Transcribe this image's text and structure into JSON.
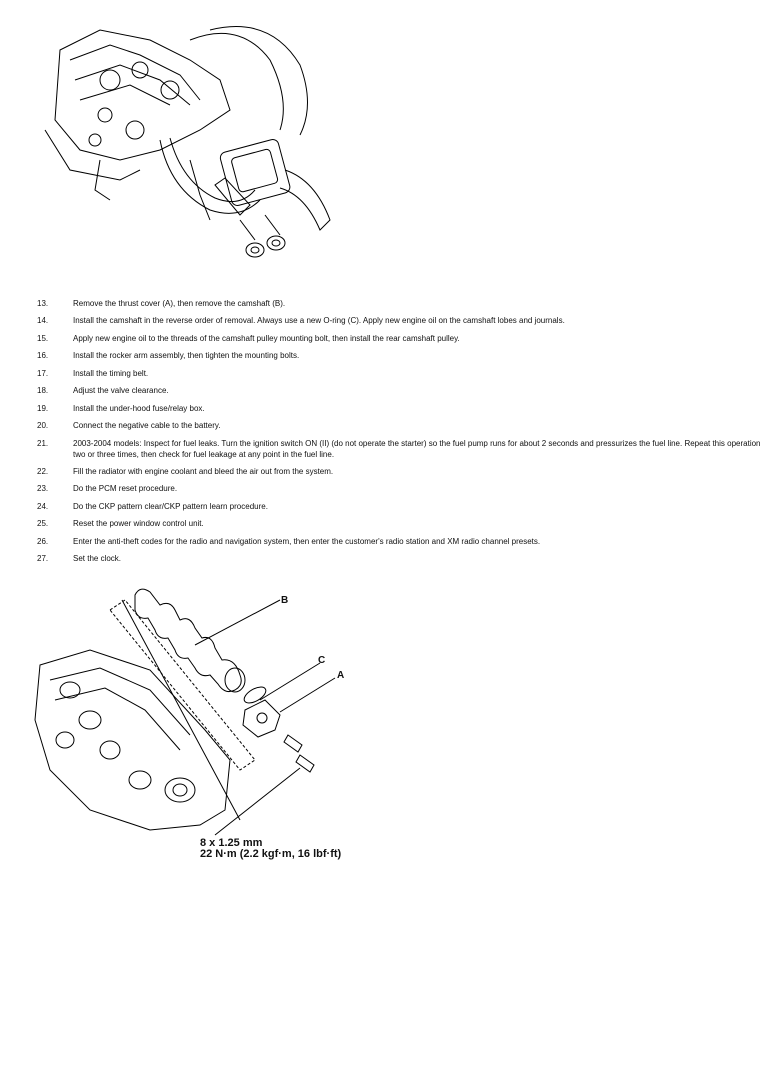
{
  "steps": [
    {
      "num": "13.",
      "text": "Remove the thrust cover (A), then remove the camshaft (B)."
    },
    {
      "num": "14.",
      "text": "Install the camshaft in the reverse order of removal. Always use a new O-ring (C). Apply new engine oil on the camshaft lobes and journals."
    },
    {
      "num": "15.",
      "text": "Apply new engine oil to the threads of the camshaft pulley mounting bolt, then install the rear camshaft pulley."
    },
    {
      "num": "16.",
      "text": "Install the rocker arm assembly, then tighten the mounting bolts."
    },
    {
      "num": "17.",
      "text": "Install the timing belt."
    },
    {
      "num": "18.",
      "text": "Adjust the valve clearance."
    },
    {
      "num": "19.",
      "text": "Install the under-hood fuse/relay box."
    },
    {
      "num": "20.",
      "text": "Connect the negative cable to the battery."
    },
    {
      "num": "21.",
      "text": "2003-2004 models: Inspect for fuel leaks. Turn the ignition switch ON (II) (do not operate the starter) so the fuel pump runs for about 2 seconds and pressurizes the fuel line. Repeat this operation two or three times, then check for fuel leakage at any point in the fuel line."
    },
    {
      "num": "22.",
      "text": "Fill the radiator with engine coolant and bleed the air out from the system."
    },
    {
      "num": "23.",
      "text": "Do the PCM reset procedure."
    },
    {
      "num": "24.",
      "text": "Do the CKP pattern clear/CKP pattern learn procedure."
    },
    {
      "num": "25.",
      "text": "Reset the power window control unit."
    },
    {
      "num": "26.",
      "text": "Enter the anti-theft codes for the radio and navigation system, then enter the customer's radio station and XM radio channel presets."
    },
    {
      "num": "27.",
      "text": "Set the clock."
    }
  ],
  "figure": {
    "callouts": {
      "b": "B",
      "c": "C",
      "a": "A"
    },
    "spec_line1": "8 x 1.25 mm",
    "spec_line2": "22 N·m (2.2 kgf·m, 16 lbf·ft)"
  }
}
